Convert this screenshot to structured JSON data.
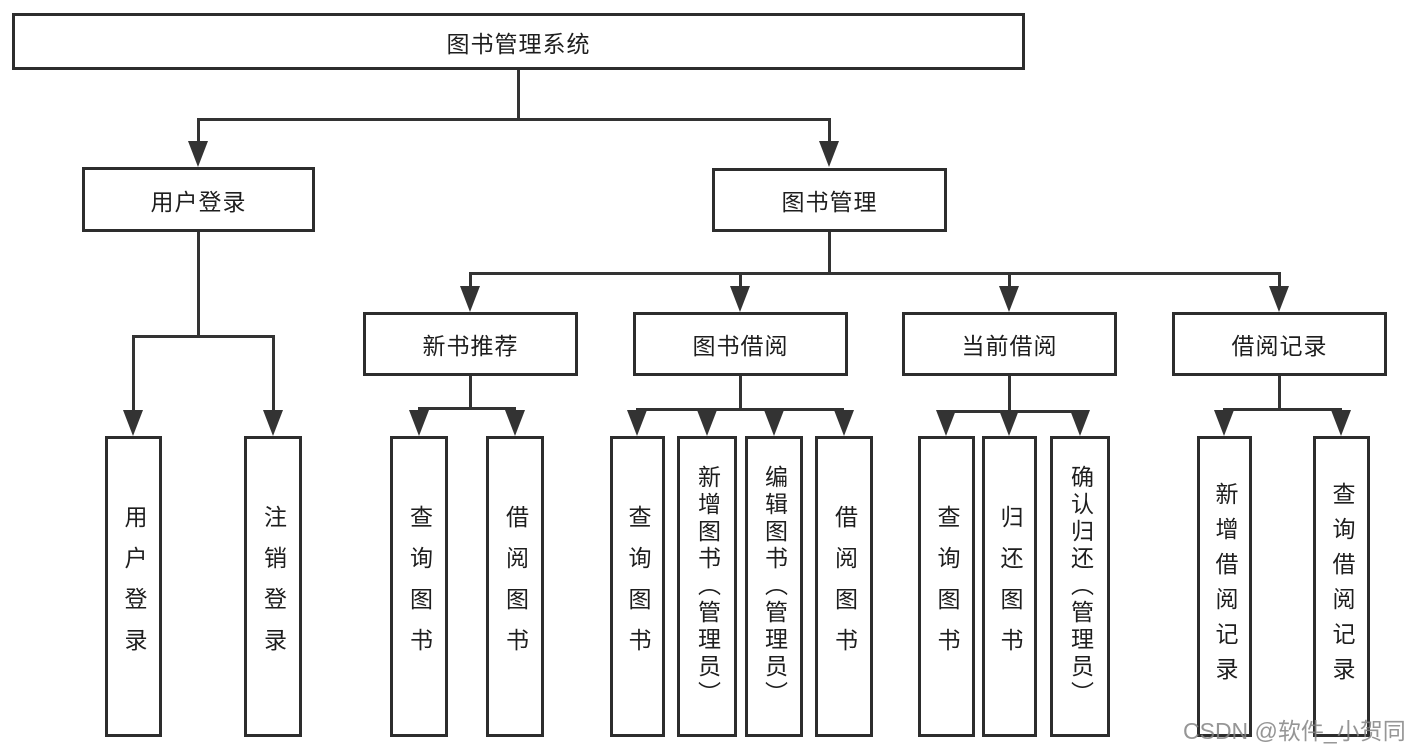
{
  "diagram": {
    "type": "hierarchy-tree",
    "background_color": "#ffffff",
    "line_color": "#333333",
    "box_border_color": "#2d2d2d",
    "text_color": "#1e1e1e"
  },
  "tree": {
    "label": "图书管理系统",
    "children": [
      {
        "label": "用户登录",
        "children": [
          {
            "label": "用户登录"
          },
          {
            "label": "注销登录"
          }
        ]
      },
      {
        "label": "图书管理",
        "children": [
          {
            "label": "新书推荐",
            "children": [
              {
                "label": "查询图书"
              },
              {
                "label": "借阅图书"
              }
            ]
          },
          {
            "label": "图书借阅",
            "children": [
              {
                "label": "查询图书"
              },
              {
                "label": "新增图书（管理员）"
              },
              {
                "label": "编辑图书（管理员）"
              },
              {
                "label": "借阅图书"
              }
            ]
          },
          {
            "label": "当前借阅",
            "children": [
              {
                "label": "查询图书"
              },
              {
                "label": "归还图书"
              },
              {
                "label": "确认归还（管理员）"
              }
            ]
          },
          {
            "label": "借阅记录",
            "children": [
              {
                "label": "新增借阅记录"
              },
              {
                "label": "查询借阅记录"
              }
            ]
          }
        ]
      }
    ]
  },
  "watermark": {
    "text": "CSDN @软件_小贺同学",
    "color": "#848484"
  }
}
